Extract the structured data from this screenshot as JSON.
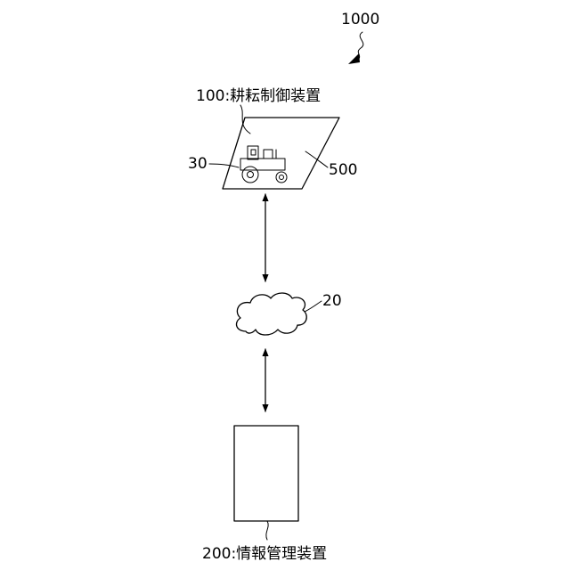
{
  "labels": {
    "system": "1000",
    "field_device": "100:耕耘制御装置",
    "tractor": "30",
    "field": "500",
    "network": "20",
    "server": "200:情報管理装置"
  },
  "icons": {
    "tractor": "tractor-icon",
    "network": "cloud-icon"
  }
}
